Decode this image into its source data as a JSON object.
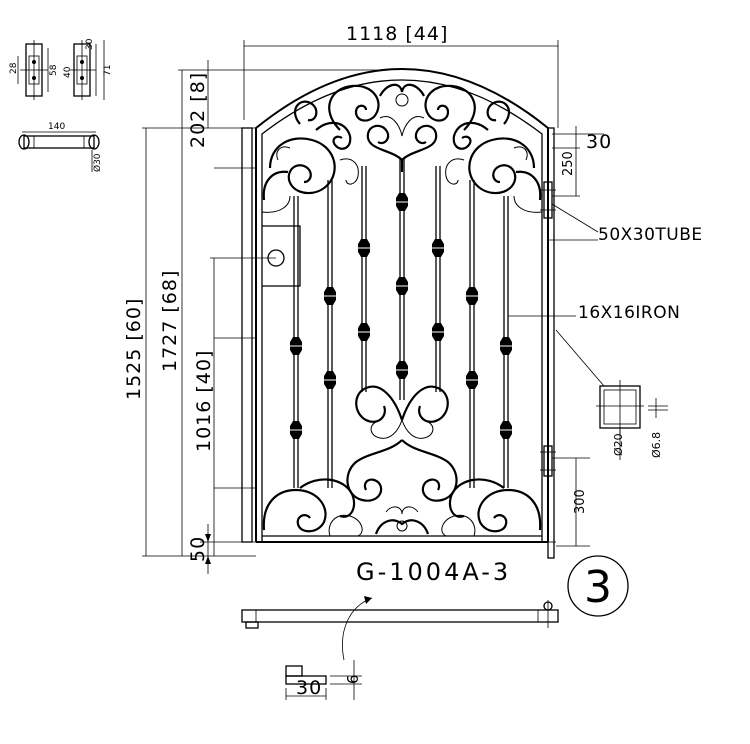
{
  "drawing": {
    "model_code": "G-1004A-3",
    "sheet_number": "3",
    "width_label": "1118 [44]",
    "arch_rise_label": "202 [8]",
    "hinge_top_offset": "30",
    "hinge_top_height": "250",
    "tube_label": "50X30TUBE",
    "iron_label": "16X16IRON",
    "overall_height_1": "1525 [60]",
    "overall_height_2": "1727 [68]",
    "latch_height": "1016 [40]",
    "ground_clearance": "50",
    "hinge_bottom_height": "300",
    "hinge_pin_dia": "Ø20",
    "hinge_hole_dia": "Ø6.8",
    "bracket_width": "140",
    "bracket_dia": "Ø30",
    "plate_dim_1": "28",
    "plate_dim_2": "58",
    "plate_dim_3": "30",
    "plate_dim_4": "40",
    "plate_dim_5": "71",
    "stop_width": "30",
    "stop_height": "6"
  }
}
